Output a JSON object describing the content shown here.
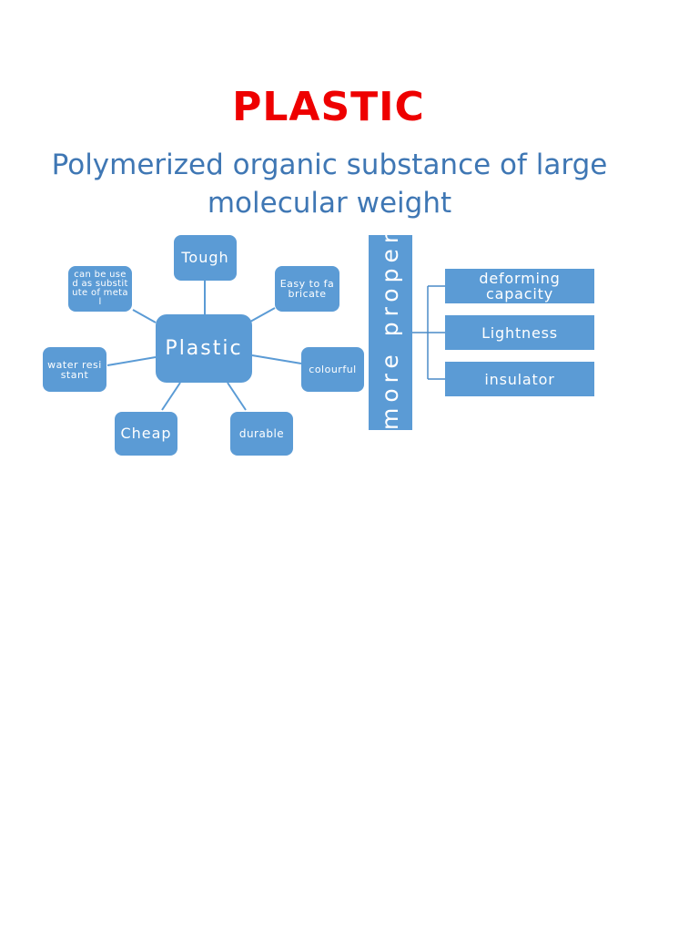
{
  "page": {
    "title": "PLASTIC",
    "subtitle": "Polymerized organic substance of large molecular weight"
  },
  "diagram": {
    "center": "Plastic",
    "satellites": [
      {
        "id": "tough",
        "label": "Tough"
      },
      {
        "id": "fabricate",
        "label": "Easy to fabricate"
      },
      {
        "id": "colourful",
        "label": "colourful"
      },
      {
        "id": "durable",
        "label": "durable"
      },
      {
        "id": "cheap",
        "label": "Cheap"
      },
      {
        "id": "water",
        "label": "water resistant"
      },
      {
        "id": "metal",
        "label": "can be used as substitute of metal"
      }
    ],
    "more": {
      "header": "more propert",
      "items": [
        "deforming capacity",
        "Lightness",
        "insulator"
      ]
    }
  },
  "colors": {
    "title": "#ee0000",
    "subtitle": "#3f77b4",
    "node_fill": "#5b9bd5",
    "node_text": "#ffffff"
  }
}
